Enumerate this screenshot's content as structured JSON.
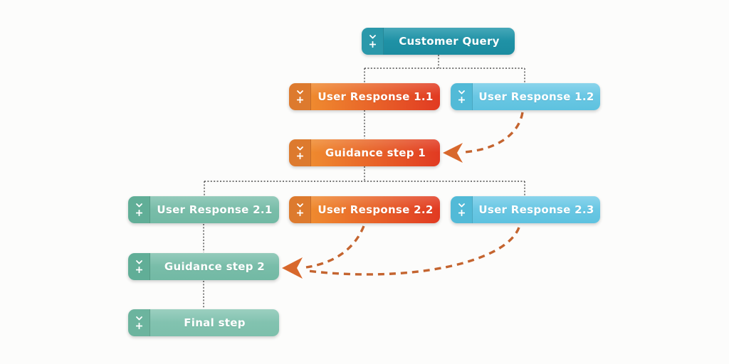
{
  "diagram": {
    "description": "Customer query guidance flow",
    "icons": {
      "tab_top": "chevron-down-icon",
      "tab_bottom": "plus-icon"
    },
    "colors": {
      "background": "#fcfcfb",
      "connector": "#4d4d4d",
      "arrow_dash": "#c4642f",
      "arrowhead": "#d8682c"
    },
    "themes": {
      "teal": {
        "tab": "#2b98aa",
        "grad_dir": "180deg",
        "body_start": "#2397ab",
        "body_end": "#1b8ca0",
        "text": "#ffffff"
      },
      "orange": {
        "tab": "#dd7a2e",
        "grad_dir": "90deg",
        "body_start": "#ef8a2f",
        "body_end": "#e13a22",
        "text": "#ffffff"
      },
      "blue": {
        "tab": "#52bad7",
        "grad_dir": "180deg",
        "body_start": "#74cce8",
        "body_end": "#5ec2df",
        "text": "#ffffff"
      },
      "green": {
        "tab": "#61ae97",
        "grad_dir": "180deg",
        "body_start": "#80c1ae",
        "body_end": "#72b9a4",
        "text": "#ffffff"
      },
      "green_light": {
        "tab": "#6cb49e",
        "grad_dir": "180deg",
        "body_start": "#88c6b4",
        "body_end": "#7cbfab",
        "text": "#ffffff"
      }
    },
    "nodes": [
      {
        "id": "customer-query",
        "label": "Customer Query",
        "theme": "teal"
      },
      {
        "id": "user-response-1-1",
        "label": "User Response 1.1",
        "theme": "orange"
      },
      {
        "id": "user-response-1-2",
        "label": "User Response 1.2",
        "theme": "blue"
      },
      {
        "id": "guidance-step-1",
        "label": "Guidance step 1",
        "theme": "orange"
      },
      {
        "id": "user-response-2-1",
        "label": "User Response 2.1",
        "theme": "green"
      },
      {
        "id": "user-response-2-2",
        "label": "User Response 2.2",
        "theme": "orange"
      },
      {
        "id": "user-response-2-3",
        "label": "User Response 2.3",
        "theme": "blue"
      },
      {
        "id": "guidance-step-2",
        "label": "Guidance step 2",
        "theme": "green"
      },
      {
        "id": "final-step",
        "label": "Final step",
        "theme": "green_light"
      }
    ],
    "connections": {
      "tree_edges": [
        "customer-query -> user-response-1-1",
        "customer-query -> user-response-1-2",
        "user-response-1-1 -> guidance-step-1",
        "guidance-step-1 -> user-response-2-1",
        "guidance-step-1 -> user-response-2-2",
        "guidance-step-1 -> user-response-2-3",
        "user-response-2-1 -> guidance-step-2",
        "guidance-step-2 -> final-step"
      ],
      "dashed_arrows": [
        "user-response-1-2 -> guidance-step-1",
        "user-response-2-2 -> guidance-step-2",
        "user-response-2-3 -> guidance-step-2"
      ]
    }
  }
}
